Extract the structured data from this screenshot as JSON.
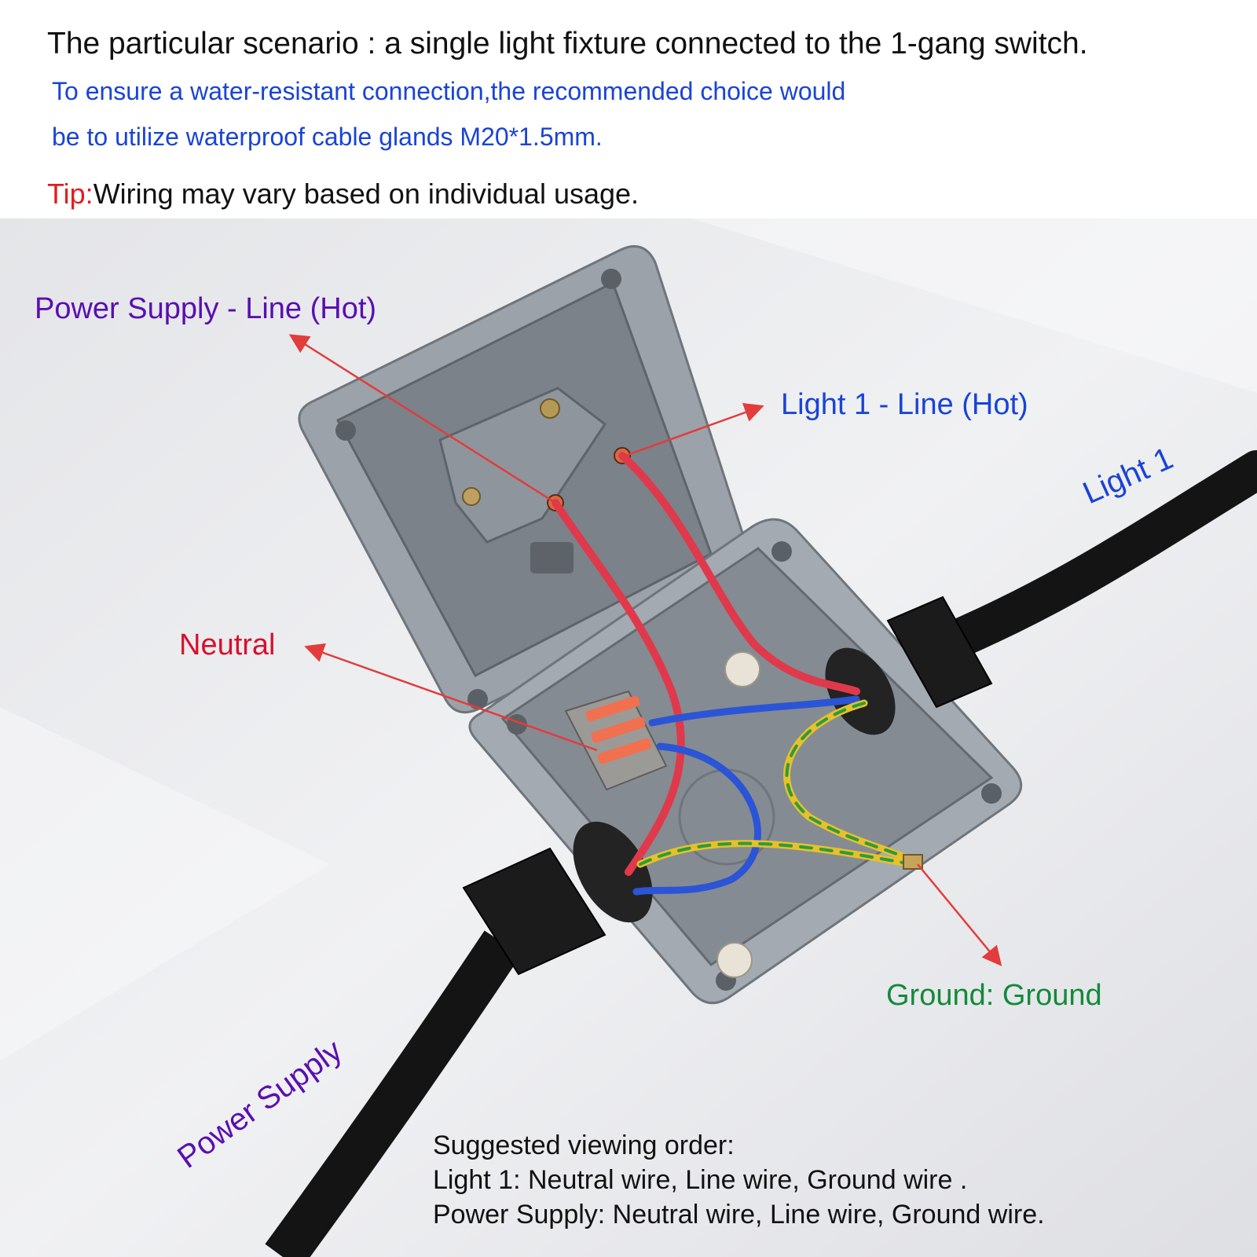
{
  "header": {
    "title": "The particular scenario : a single light fixture connected to the 1-gang switch.",
    "subtitle_line1": "To ensure a water-resistant connection,the recommended choice would",
    "subtitle_line2": "be to utilize waterproof cable glands M20*1.5mm.",
    "tip_label": "Tip:",
    "tip_text": "Wiring may vary based on individual usage."
  },
  "labels": {
    "power_supply_line": "Power Supply - Line (Hot)",
    "light1_line": "Light 1 - Line (Hot)",
    "neutral": "Neutral",
    "ground": "Ground: Ground",
    "light1": "Light 1",
    "power_supply": "Power Supply"
  },
  "viewing_order": {
    "heading": "Suggested viewing order:",
    "light1": "Light 1: Neutral wire, Line wire, Ground wire .",
    "power_supply": "Power Supply: Neutral wire, Line wire, Ground wire."
  },
  "colors": {
    "line_wire": "#e0394b",
    "neutral_wire": "#2b55d6",
    "ground_wire_green": "#2f9a3c",
    "ground_wire_yellow": "#e6c12a",
    "annotation_arrow": "#e23c3c",
    "box_gray": "#8e949b",
    "cable_black": "#141414"
  }
}
